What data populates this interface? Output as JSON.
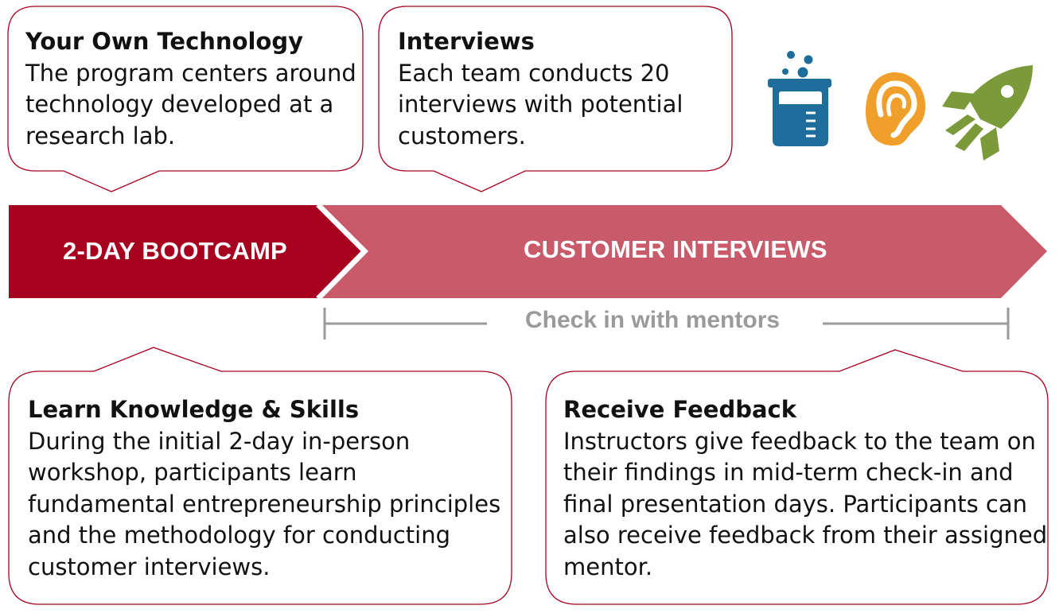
{
  "colors": {
    "bootcamp_arrow": "#a8001f",
    "interviews_arrow": "#c85a6a",
    "callout_border": "#a8001f",
    "timeline_gray": "#9a9a9a",
    "beaker_blue": "#1f6d9c",
    "ear_orange": "#f0a02a",
    "rocket_green": "#7b9a3a"
  },
  "phases": {
    "bootcamp": "2-DAY BOOTCAMP",
    "interviews": "CUSTOMER INTERVIEWS"
  },
  "timeline": {
    "label": "Check in with mentors"
  },
  "callouts": {
    "own_technology": {
      "title": "Your Own Technology",
      "body": "The program centers around technology developed at a research lab."
    },
    "interviews": {
      "title": "Interviews",
      "body": "Each team conducts 20 interviews with potential customers."
    },
    "learn": {
      "title": "Learn Knowledge & Skills",
      "body": "During the initial 2-day in-person workshop, participants learn fundamental entrepreneurship principles and the methodology for conducting customer interviews."
    },
    "feedback": {
      "title": "Receive Feedback",
      "body": "Instructors give feedback to the team on their findings in mid-term check-in and final presentation days. Participants can also receive feedback from their assigned mentor."
    }
  },
  "icons": [
    "beaker-icon",
    "ear-icon",
    "rocket-icon"
  ]
}
